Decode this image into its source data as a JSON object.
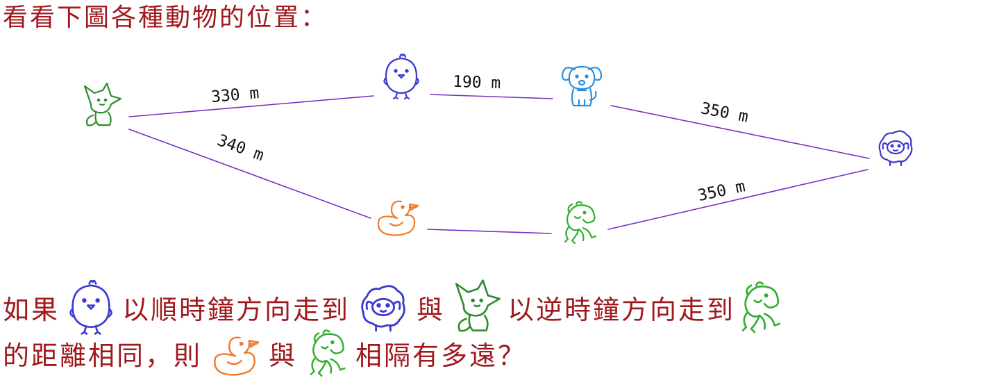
{
  "title": "看看下圖各種動物的位置：",
  "diagram": {
    "distances": {
      "fox_chick": "330 m",
      "chick_dog": "190 m",
      "dog_sheep": "350 m",
      "fox_duck": "340 m",
      "horse_sheep": "350 m"
    },
    "colors": {
      "line": "#7b2fbf",
      "fox": "#2e8b2e",
      "chick": "#3a3ad0",
      "dog": "#2b8fe0",
      "sheep": "#3a3ad0",
      "duck": "#f07a2a",
      "horse": "#2fae2f",
      "question_text": "#a0191d"
    },
    "animals": [
      "fox-icon",
      "chick-icon",
      "dog-icon",
      "sheep-icon",
      "duck-icon",
      "horse-icon"
    ]
  },
  "question": {
    "part1": "如果",
    "part2": "以順時鐘方向走到",
    "part3": "與",
    "part4": "以逆時鐘方向走到",
    "part5": "的距離相同，則",
    "part6": "與",
    "part7": "相隔有多遠？"
  }
}
